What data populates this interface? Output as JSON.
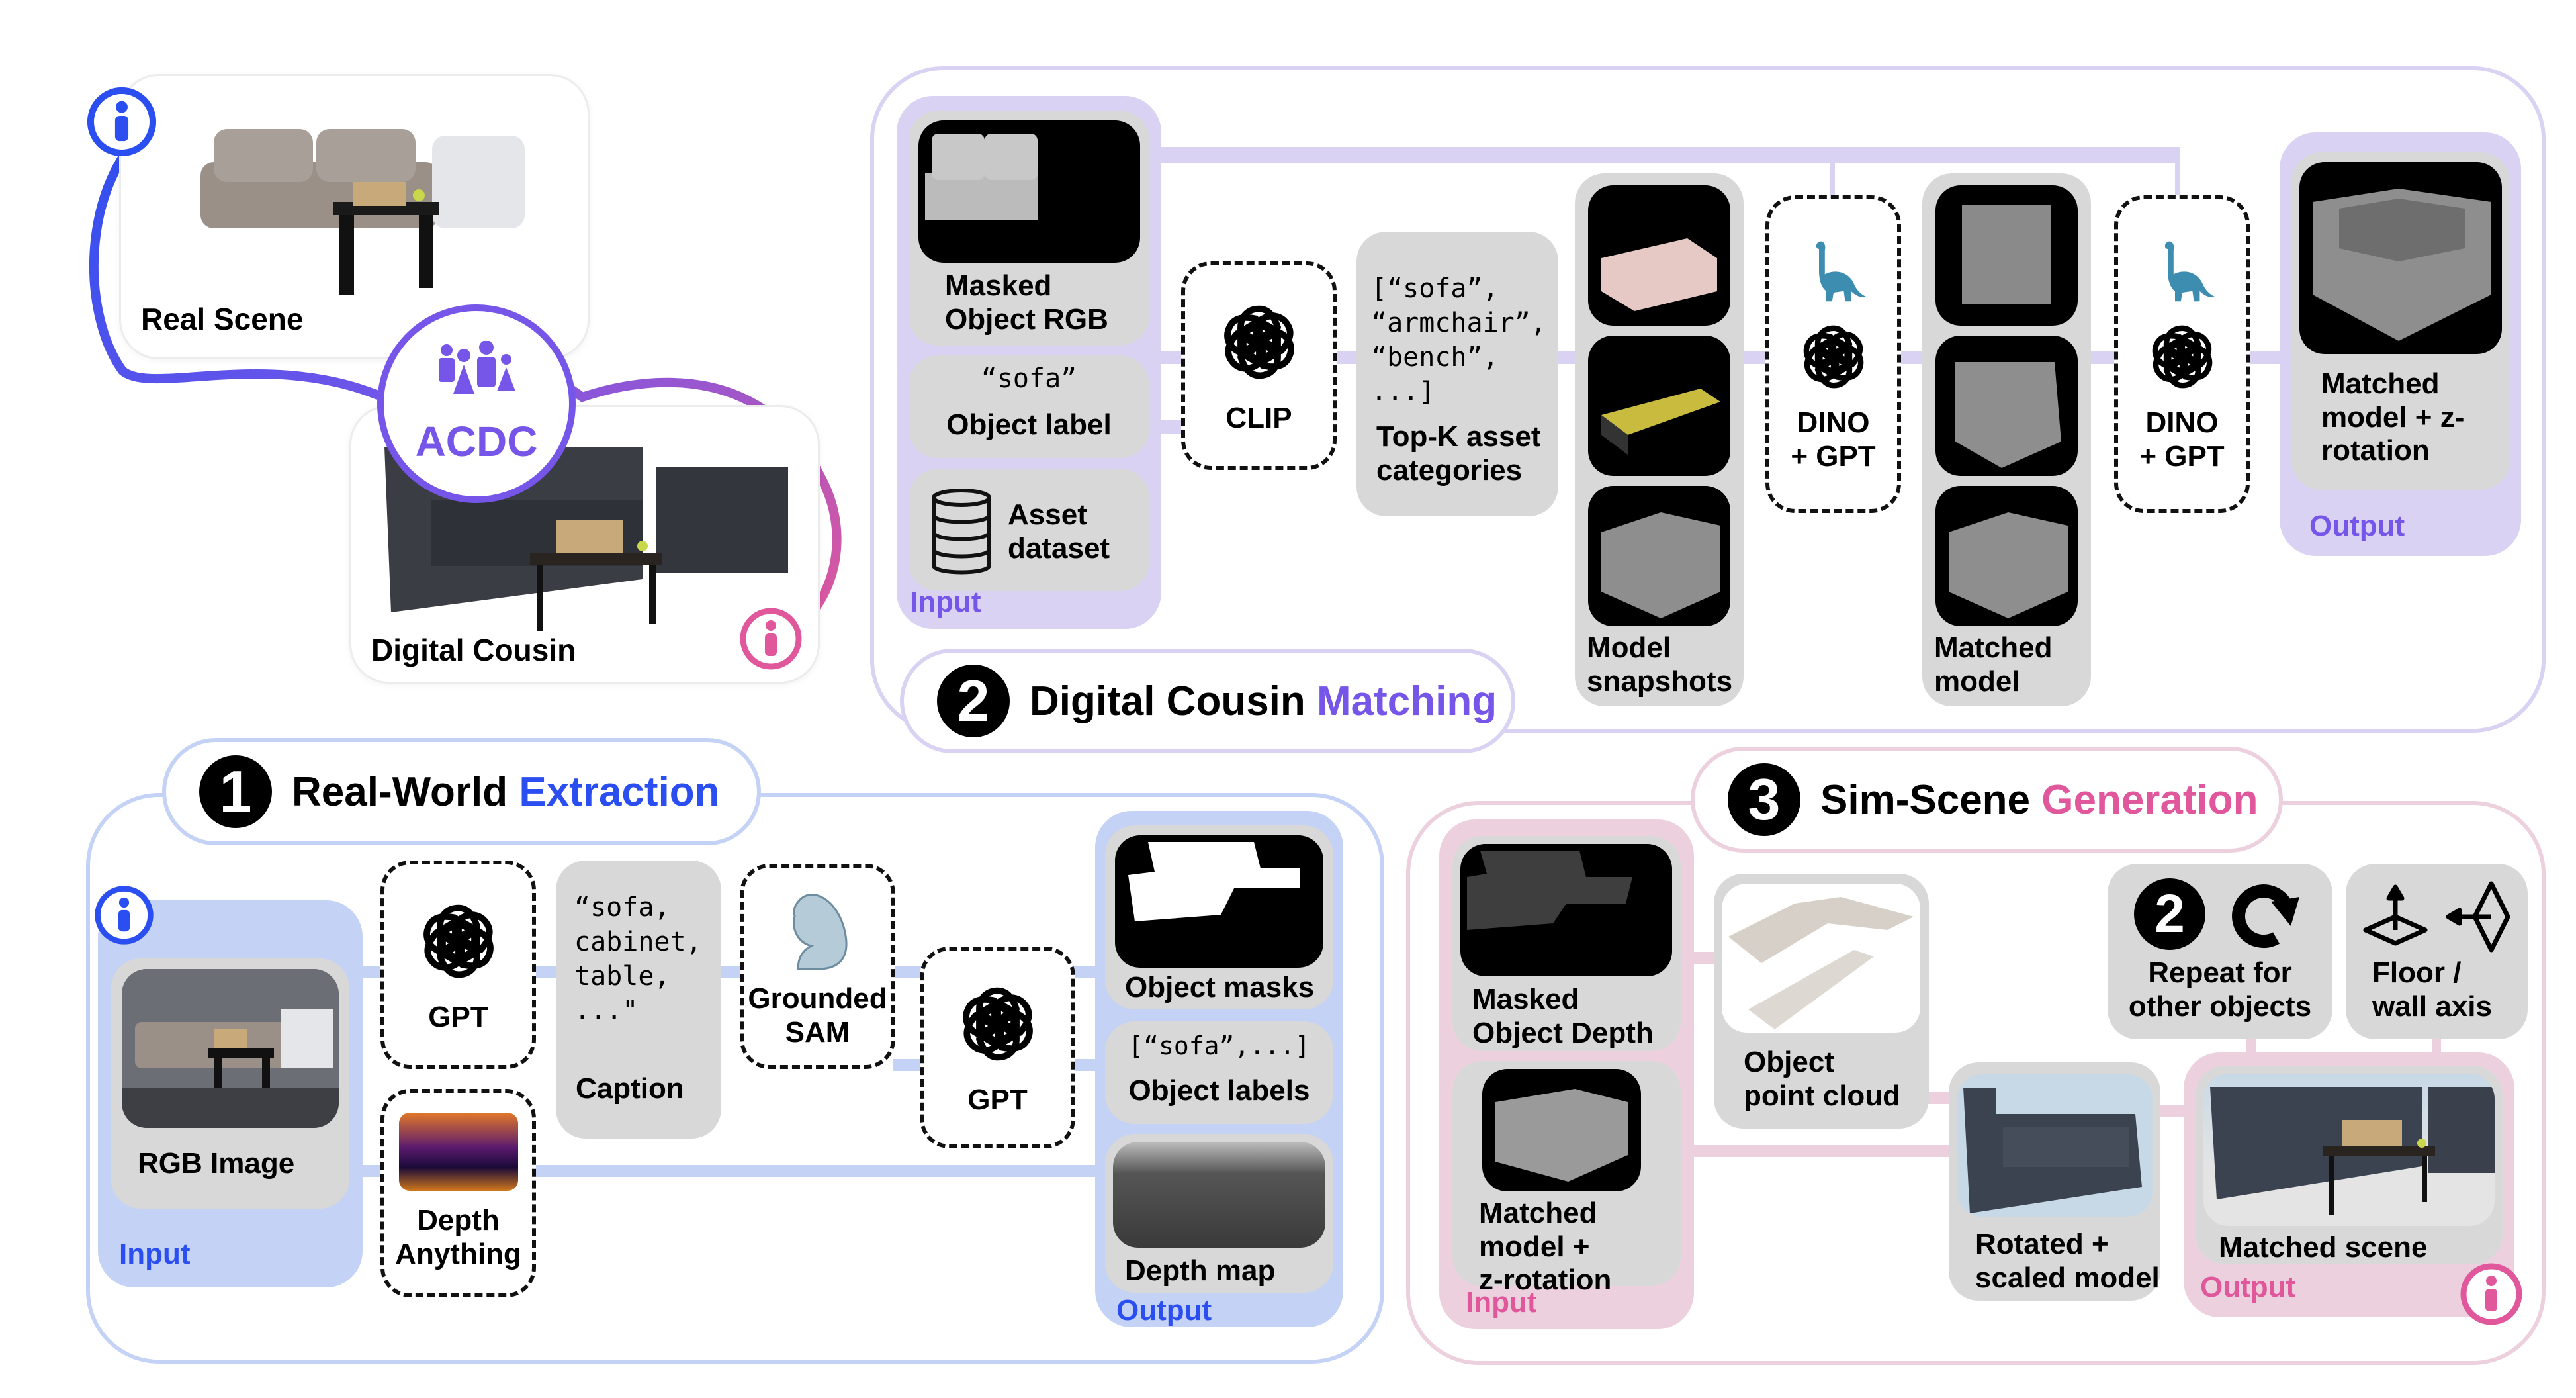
{
  "overview": {
    "real_scene_label": "Real Scene",
    "digital_cousin_label": "Digital Cousin",
    "center_label": "ACDC",
    "colors": {
      "real": "#2b4ef0",
      "center": "#7656e8",
      "digital": "#e0579b"
    }
  },
  "extraction": {
    "number": "1",
    "title_black": "Real-World ",
    "title_colored": "Extraction",
    "accent": "#2b4ef0",
    "input_group_label": "Input",
    "output_group_label": "Output",
    "rgb_image_label": "RGB Image",
    "gpt_tool_label": "GPT",
    "depth_tool_label_1": "Depth",
    "depth_tool_label_2": "Anything",
    "caption_text": [
      "“sofa,",
      "cabinet,",
      "table,",
      "...\""
    ],
    "caption_label": "Caption",
    "grounded_sam_label_1": "Grounded",
    "grounded_sam_label_2": "SAM",
    "gpt2_tool_label": "GPT",
    "object_masks_label": "Object masks",
    "object_labels_code": "[“sofa”,...]",
    "object_labels_label": "Object labels",
    "depth_map_label": "Depth map"
  },
  "matching": {
    "number": "2",
    "title_black": "Digital Cousin ",
    "title_colored": "Matching",
    "accent": "#7656e8",
    "input_group_label": "Input",
    "output_group_label": "Output",
    "masked_rgb_label_1": "Masked",
    "masked_rgb_label_2": "Object RGB",
    "object_label_code": "“sofa”",
    "object_label_label": "Object label",
    "asset_dataset_label_1": "Asset",
    "asset_dataset_label_2": "dataset",
    "clip_label": "CLIP",
    "topk_code": [
      "[“sofa”,",
      "“armchair”,",
      "“bench”,",
      "...]"
    ],
    "topk_label_1": "Top-K asset",
    "topk_label_2": "categories",
    "model_snapshots_label_1": "Model",
    "model_snapshots_label_2": "snapshots",
    "dino_gpt_1_a": "DINO",
    "dino_gpt_1_b": "+ GPT",
    "matched_model_label_1": "Matched",
    "matched_model_label_2": "model",
    "dino_gpt_2_a": "DINO",
    "dino_gpt_2_b": "+ GPT",
    "output_label_1": "Matched",
    "output_label_2": "model + z-",
    "output_label_3": "rotation"
  },
  "generation": {
    "number": "3",
    "title_black": "Sim-Scene ",
    "title_colored": "Generation",
    "accent": "#e0579b",
    "input_group_label": "Input",
    "output_group_label": "Output",
    "masked_depth_label_1": "Masked",
    "masked_depth_label_2": "Object Depth",
    "matched_model_label_1": "Matched",
    "matched_model_label_2": "model +",
    "matched_model_label_3": "z-rotation",
    "point_cloud_label_1": "Object",
    "point_cloud_label_2": "point cloud",
    "rotated_label_1": "Rotated +",
    "rotated_label_2": "scaled model",
    "repeat_badge": "2",
    "repeat_label_1": "Repeat for",
    "repeat_label_2": "other objects",
    "floor_label_1": "Floor /",
    "floor_label_2": "wall axis",
    "matched_scene_label": "Matched scene"
  }
}
